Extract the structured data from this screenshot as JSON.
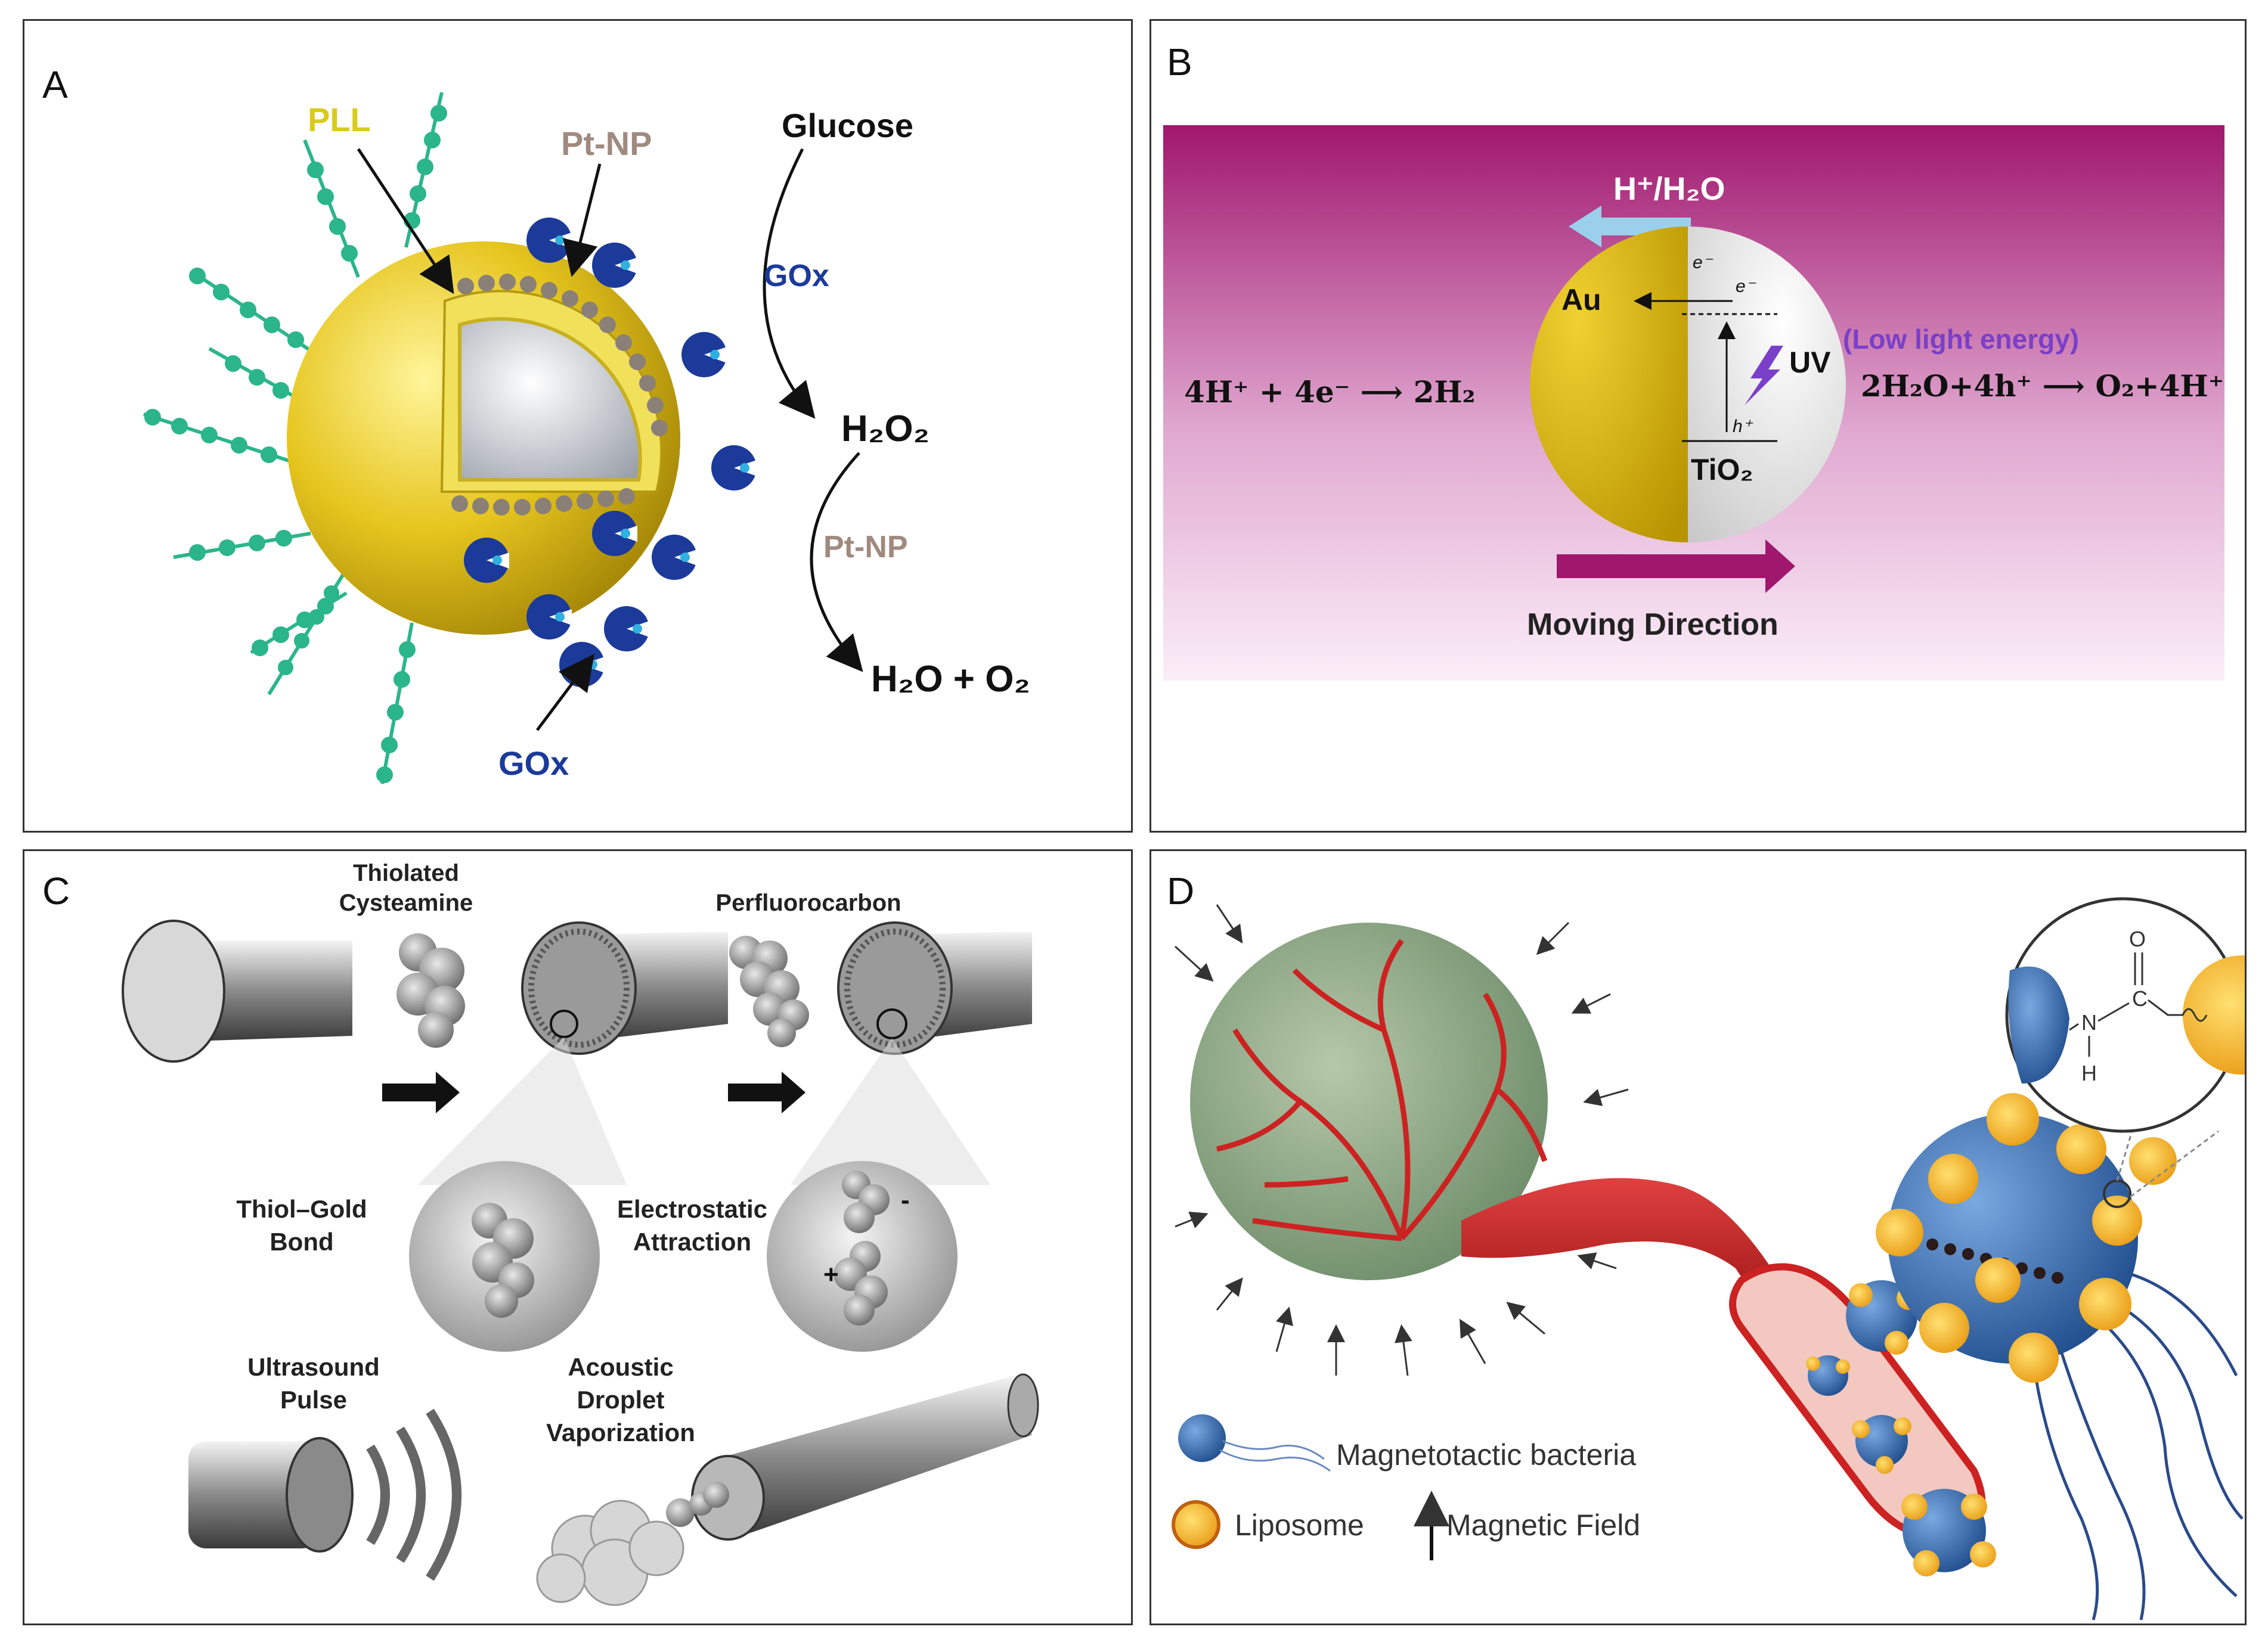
{
  "panels": {
    "a": {
      "letter": "A",
      "labels": {
        "pll": "PLL",
        "ptnp": "Pt-NP",
        "gox": "GOx"
      },
      "reaction": {
        "glucose": "Glucose",
        "enzyme1": "GOx",
        "h2o2": "H₂O₂",
        "enzyme2": "Pt-NP",
        "products": "H₂O + O₂"
      }
    },
    "b": {
      "letter": "B",
      "ion_label": "H⁺/H₂O",
      "au": "Au",
      "tio2": "TiO₂",
      "uv": "UV",
      "low_light": "(Low light energy)",
      "electron": "e⁻",
      "hole": "h⁺",
      "left_reaction": "4H⁺ + 4e⁻ ⟶ 2H₂",
      "right_reaction": "2H₂O+4h⁺ ⟶ O₂+4H⁺",
      "moving_direction": "Moving Direction"
    },
    "c": {
      "letter": "C",
      "thiolated": "Thiolated",
      "cysteamine": "Cysteamine",
      "perfluorocarbon": "Perfluorocarbon",
      "thiol_gold_1": "Thiol–Gold",
      "thiol_gold_2": "Bond",
      "electrostatic_1": "Electrostatic",
      "electrostatic_2": "Attraction",
      "ultrasound_1": "Ultrasound",
      "ultrasound_2": "Pulse",
      "acoustic_1": "Acoustic",
      "acoustic_2": "Droplet",
      "acoustic_3": "Vaporization",
      "plus": "+",
      "minus": "-"
    },
    "d": {
      "letter": "D",
      "bacteria": "Magnetotactic bacteria",
      "liposome": "Liposome",
      "magnetic_field": "Magnetic Field",
      "chem_o": "O",
      "chem_n": "N",
      "chem_c": "C",
      "chem_h": "H"
    }
  },
  "colors": {
    "border": "#333333",
    "gold": "#e6c51e",
    "chain": "#2bb58a",
    "gox": "#1c3a9a",
    "ptnp_text": "#a08a80",
    "pll_text": "#d8cc1a",
    "magenta": "#a0176e",
    "uv_purple": "#7a3fc8",
    "vessel_red": "#cc2222",
    "cell_blue": "#2a5fa8",
    "liposome_orange": "#f2a51a"
  }
}
